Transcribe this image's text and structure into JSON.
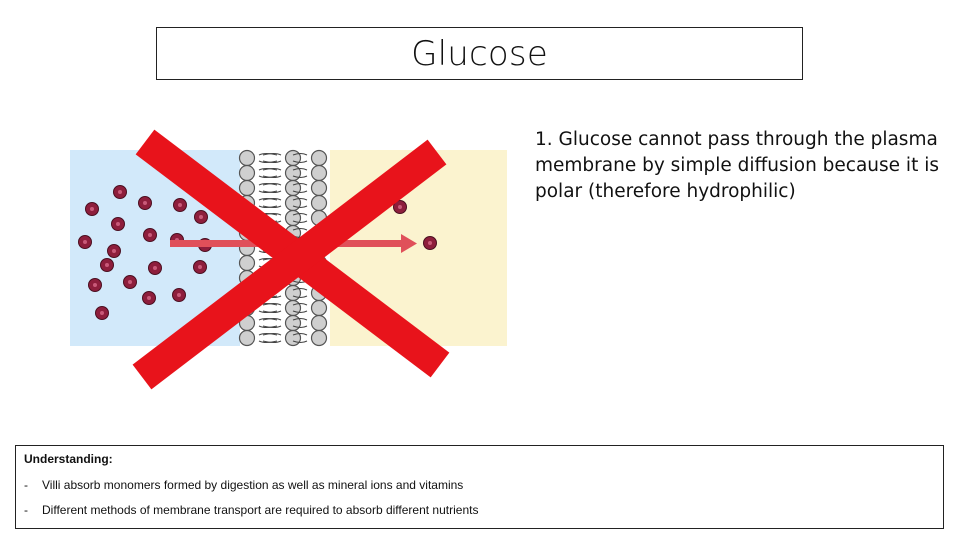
{
  "title": "Glucose",
  "main_point": "1. Glucose cannot pass through the plasma membrane by simple diffusion because it is polar (therefore hydrophilic)",
  "diagram": {
    "colors": {
      "outside": "#d2e9fa",
      "inside": "#fbf3cf",
      "molecule": "#8e1e3c",
      "arrow": "#e0505a",
      "cross": "#e8131b",
      "head": "#cfcfcf"
    },
    "crossed_out": true
  },
  "understanding": {
    "heading": "Understanding:",
    "items": [
      {
        "dash": "-",
        "text": "Villi absorb monomers formed by digestion as well as mineral ions and vitamins"
      },
      {
        "dash": "-",
        "text": "Different methods of membrane transport are required to absorb different nutrients"
      }
    ]
  }
}
